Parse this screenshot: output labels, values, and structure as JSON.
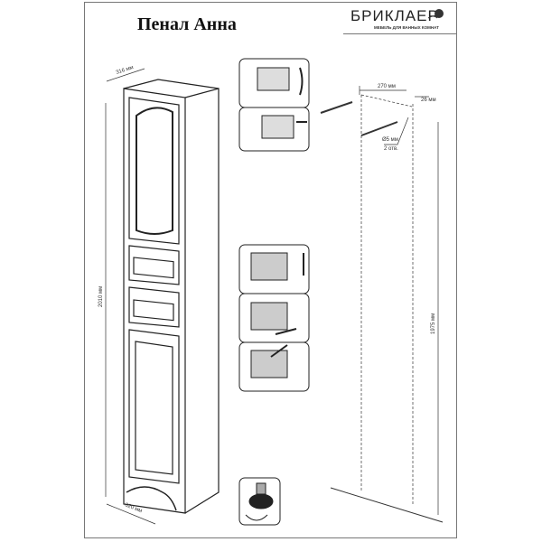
{
  "title": "Пенал Анна",
  "brand": {
    "name": "БРИКЛАЕР",
    "tagline": "МЕБЕЛЬ ДЛЯ ВАННЫХ КОМНАТ"
  },
  "dimensions": {
    "depth": "316 мм",
    "height": "2010 мм",
    "width": "320 мм",
    "hole_spacing": "270 мм",
    "edge_offset": "26 мм",
    "hole_diameter": "Ø5 мм",
    "hole_count": "2 отв.",
    "mount_height": "1975 мм"
  }
}
